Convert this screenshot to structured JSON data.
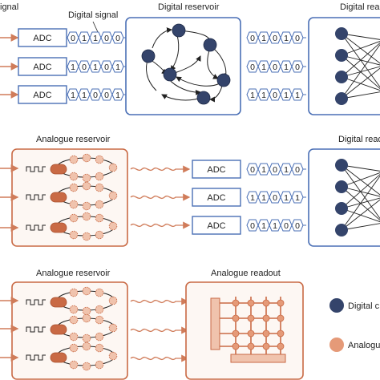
{
  "colors": {
    "blue": "#34446b",
    "blue_box": "#4a6fb5",
    "orange": "#e59a78",
    "orange_dark": "#c96a45",
    "orange_light": "#f0c3ad",
    "bg_box": "#fdf7f3",
    "text": "#222222"
  },
  "labels": {
    "signal_left": "ignal",
    "digital_signal": "Digital signal",
    "digital_reservoir": "Digital reservoir",
    "digital_readout_1": "Digital readou",
    "analogue_reservoir_1": "Analogue reservoir",
    "digital_readout_2": "Digital reado",
    "analogue_reservoir_2": "Analogue reservoir",
    "analogue_readout": "Analogue readout",
    "legend_digital": "Digital c",
    "legend_analogue": "Analogue"
  },
  "adc_label": "ADC",
  "bits_top": [
    [
      "0",
      "1",
      "1",
      "0",
      "0"
    ],
    [
      "1",
      "0",
      "1",
      "0",
      "1"
    ],
    [
      "1",
      "1",
      "0",
      "0",
      "1"
    ]
  ],
  "bits_top_right": [
    [
      "0",
      "1",
      "0",
      "1",
      "0"
    ],
    [
      "0",
      "1",
      "0",
      "1",
      "0"
    ],
    [
      "1",
      "1",
      "0",
      "1",
      "1"
    ]
  ],
  "bits_mid": [
    [
      "0",
      "1",
      "0",
      "1",
      "0"
    ],
    [
      "1",
      "1",
      "0",
      "1",
      "1"
    ],
    [
      "0",
      "1",
      "1",
      "0",
      "0"
    ]
  ]
}
